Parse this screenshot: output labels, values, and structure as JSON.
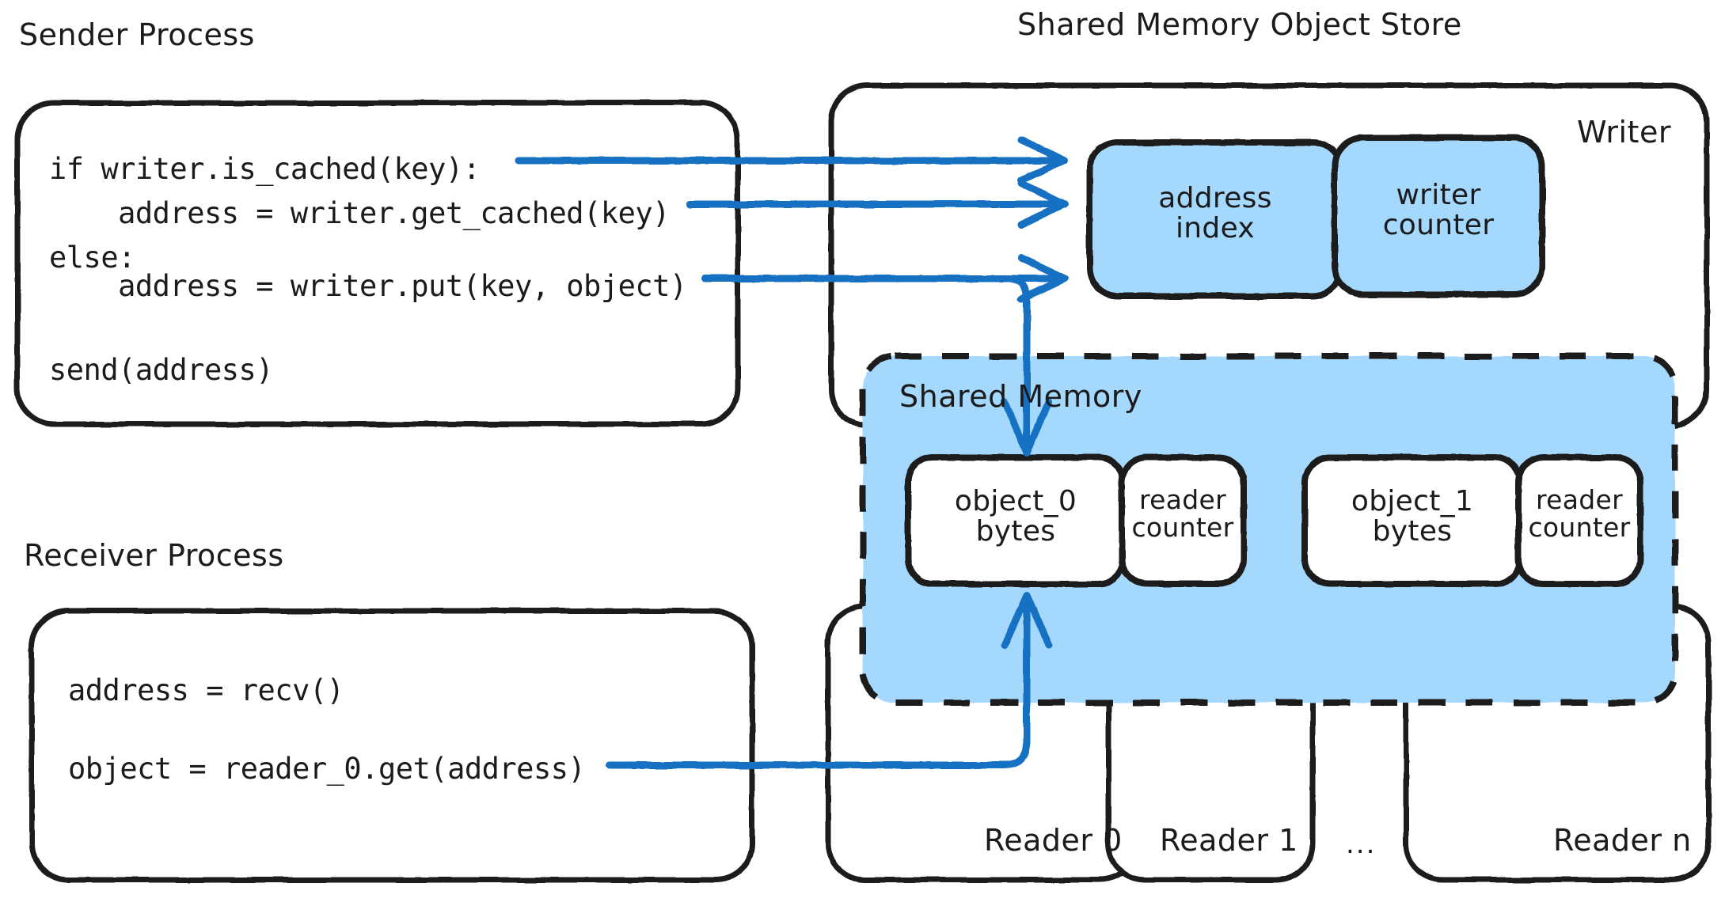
{
  "diagram": {
    "title": "Shared Memory Object Store",
    "background": "#ffffff",
    "colors": {
      "stroke": "#1b1b1b",
      "arrow": "#1971c2",
      "fill_blue": "#a5d8fd",
      "fill_white": "#ffffff"
    }
  },
  "sender": {
    "title": "Sender Process",
    "code_lines": [
      "if writer.is_cached(key):",
      "    address = writer.get_cached(key)",
      "else:",
      "    address = writer.put(key, object)",
      "",
      "send(address)"
    ]
  },
  "receiver": {
    "title": "Receiver Process",
    "code_lines": [
      "address = recv()",
      "",
      "object = reader_0.get(address)"
    ]
  },
  "store": {
    "writer_label": "Writer",
    "writer_boxes": [
      {
        "label": "address\nindex",
        "fill": "#a5d8fd"
      },
      {
        "label": "writer\ncounter",
        "fill": "#a5d8fd"
      }
    ],
    "shared_memory": {
      "label": "Shared Memory",
      "fill": "#a5d8fd",
      "border": "dashed",
      "slots": [
        {
          "object_label": "object_0\nbytes",
          "counter_label": "reader\ncounter"
        },
        {
          "object_label": "object_1\nbytes",
          "counter_label": "reader\ncounter"
        }
      ]
    },
    "readers": [
      {
        "label": "Reader 0"
      },
      {
        "label": "Reader 1"
      },
      {
        "label": "..."
      },
      {
        "label": "Reader n"
      }
    ]
  }
}
